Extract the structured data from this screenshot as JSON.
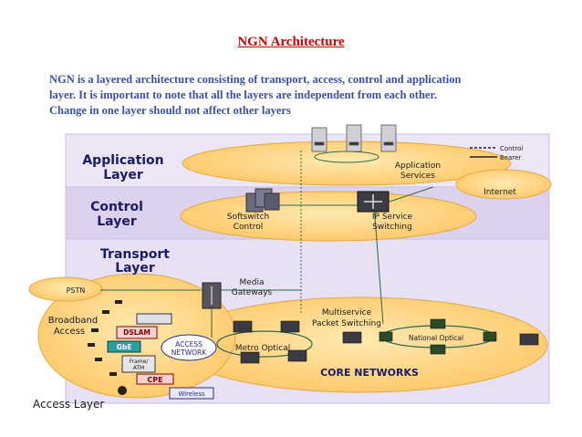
{
  "title": "NGN Architecture",
  "intro_lines": [
    "NGN is a layered architecture consisting of transport, access, control and application",
    "layer. It is important to note that all the layers are independent from each other.",
    "Change in one layer should not affect other layers"
  ],
  "diagram": {
    "layers": {
      "application": [
        "Application",
        "Layer"
      ],
      "control": [
        "Control",
        "Layer"
      ],
      "transport": [
        "Transport",
        "Layer"
      ]
    },
    "legend": {
      "control": "Control",
      "bearer": "Bearer"
    },
    "application_services": [
      "Application",
      "Services"
    ],
    "internet": "Internet",
    "softswitch_control": [
      "Softswitch",
      "Control"
    ],
    "ip_service_switching": [
      "IP Service",
      "Switching"
    ],
    "media_gateways": [
      "Media",
      "Gateways"
    ],
    "pstn": "PSTN",
    "broadband_access": [
      "Broadband",
      "Access"
    ],
    "multiservice_packet_switching": [
      "Multiservice",
      "Packet Switching"
    ],
    "national_optical": "National Optical",
    "metro_optical": "Metro Optical",
    "core_networks": "CORE NETWORKS",
    "access_network": [
      "ACCESS",
      "NETWORK"
    ],
    "dslam": "DSLAM",
    "gbe": "GbE",
    "frame_atm": [
      "Frame/",
      "ATM"
    ],
    "cpe": "CPE",
    "wireless": "Wireless",
    "access_layer": "Access Layer"
  },
  "colors": {
    "title": "#cc0000",
    "intro_text": "#3b4fa8",
    "band_application": "#ece6f7",
    "band_control": "#dcd2ee",
    "band_transport": "#e8e1f4",
    "ellipse_fill": "#ffd27a",
    "layer_label": "#1a1a66"
  }
}
